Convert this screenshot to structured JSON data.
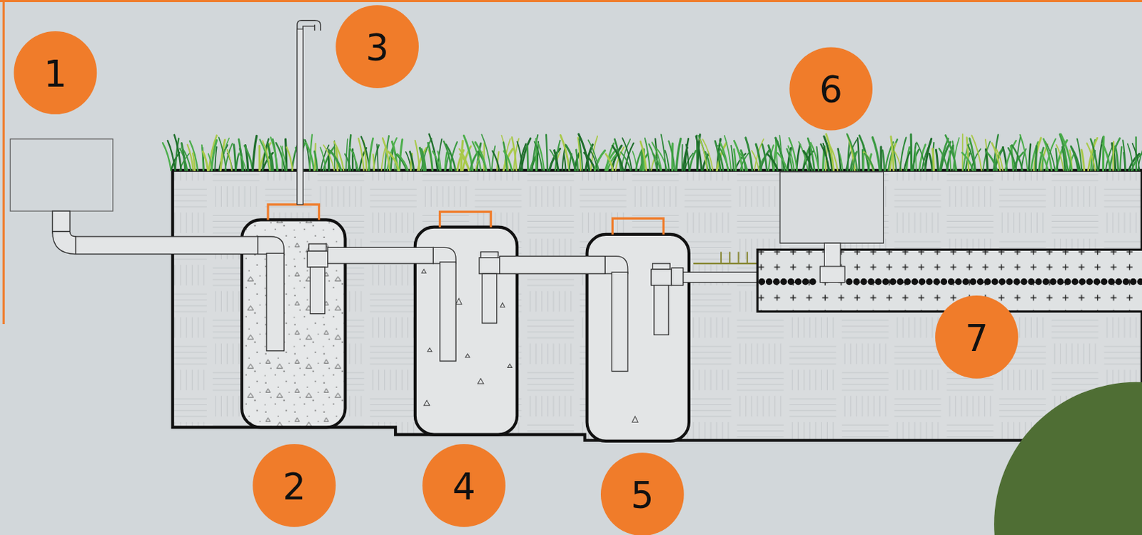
{
  "diagram": {
    "labels": [
      "1",
      "3",
      "6",
      "7",
      "2",
      "4",
      "5"
    ]
  }
}
